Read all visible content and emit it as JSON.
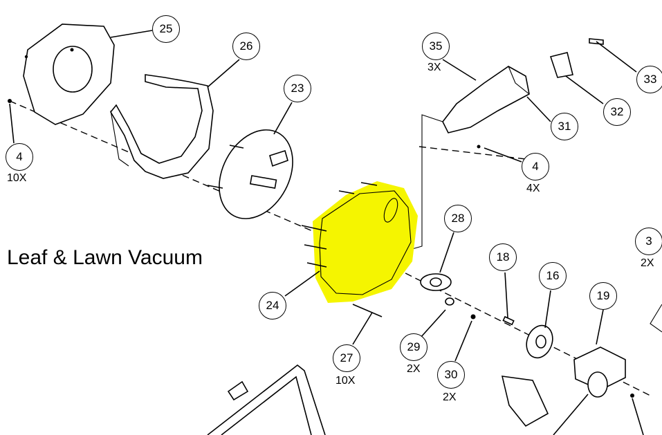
{
  "title": "Leaf & Lawn Vacuum",
  "highlight_color": "#f5f500",
  "callouts": [
    {
      "id": "c25",
      "label": "25",
      "qty": ""
    },
    {
      "id": "c26",
      "label": "26",
      "qty": ""
    },
    {
      "id": "c23",
      "label": "23",
      "qty": ""
    },
    {
      "id": "c35",
      "label": "35",
      "qty": "3X"
    },
    {
      "id": "c33",
      "label": "33",
      "qty": ""
    },
    {
      "id": "c32",
      "label": "32",
      "qty": ""
    },
    {
      "id": "c31",
      "label": "31",
      "qty": ""
    },
    {
      "id": "c4a",
      "label": "4",
      "qty": "10X"
    },
    {
      "id": "c4b",
      "label": "4",
      "qty": "4X"
    },
    {
      "id": "c28",
      "label": "28",
      "qty": ""
    },
    {
      "id": "c3",
      "label": "3",
      "qty": "2X"
    },
    {
      "id": "c18",
      "label": "18",
      "qty": ""
    },
    {
      "id": "c16",
      "label": "16",
      "qty": ""
    },
    {
      "id": "c19",
      "label": "19",
      "qty": ""
    },
    {
      "id": "c24",
      "label": "24",
      "qty": ""
    },
    {
      "id": "c27",
      "label": "27",
      "qty": "10X"
    },
    {
      "id": "c29",
      "label": "29",
      "qty": "2X"
    },
    {
      "id": "c30",
      "label": "30",
      "qty": "2X"
    }
  ]
}
